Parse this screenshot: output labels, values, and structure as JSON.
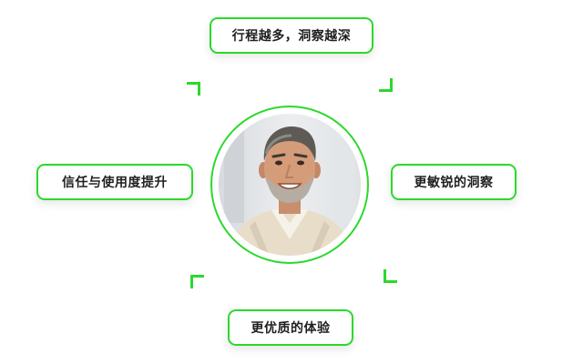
{
  "features": {
    "top": "行程越多，洞察越深",
    "left": "信任与使用度提升",
    "right": "更敏锐的洞察",
    "bottom": "更优质的体验"
  },
  "colors": {
    "accent": "#2bd92b",
    "text": "#1f1f1f",
    "background": "#ffffff"
  },
  "portrait": {
    "icon": "person-portrait-icon"
  }
}
